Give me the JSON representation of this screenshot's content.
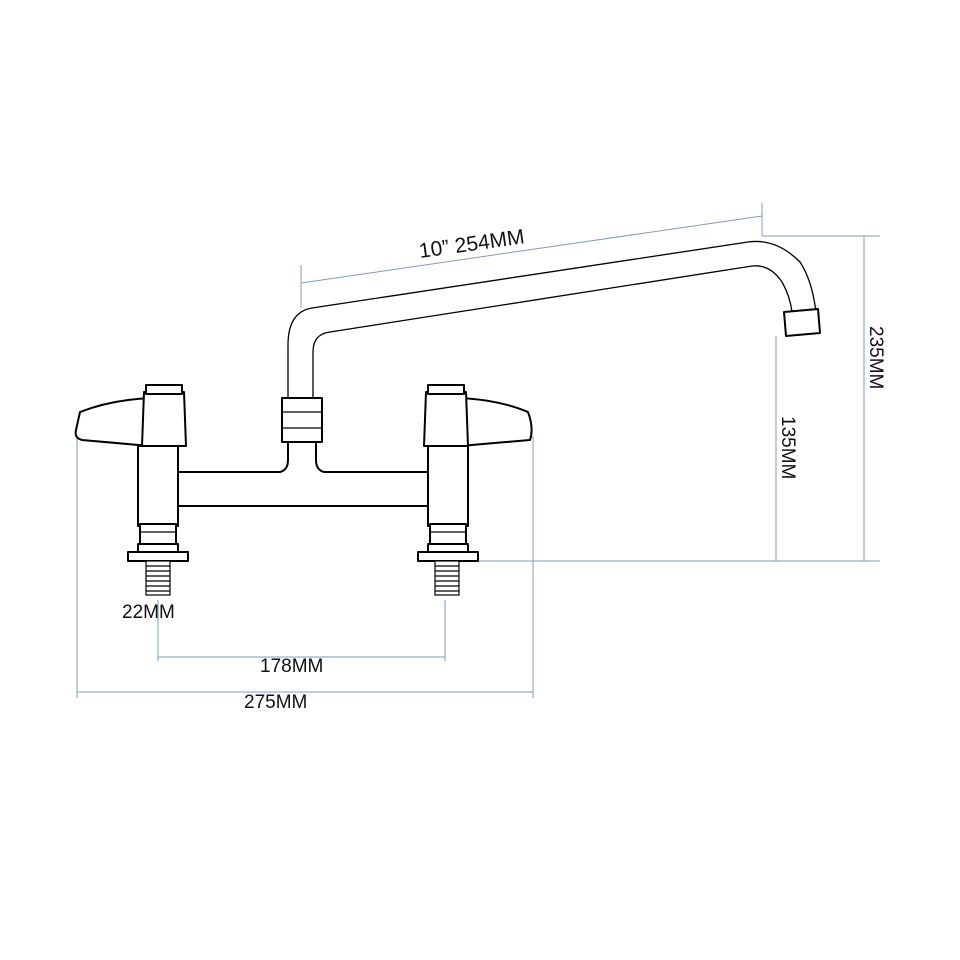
{
  "dimensions": {
    "spout_length": "10”  254MM",
    "total_height": "235MM",
    "spout_clearance": "135MM",
    "connection_size": "22MM",
    "center_distance": "178MM",
    "overall_width": "275MM"
  },
  "colors": {
    "dimension_line": "#7f9bbf",
    "outline": "#000000"
  }
}
